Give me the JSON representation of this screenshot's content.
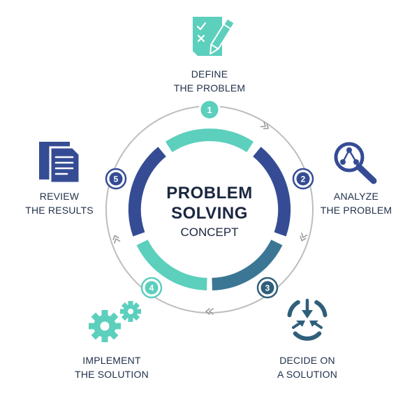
{
  "center": {
    "line1": "PROBLEM",
    "line2": "SOLVING",
    "line3": "CONCEPT"
  },
  "steps": [
    {
      "number": "1",
      "line1": "DEFINE",
      "line2": "THE PROBLEM",
      "icon": "checklist-pen-icon"
    },
    {
      "number": "2",
      "line1": "ANALYZE",
      "line2": "THE PROBLEM",
      "icon": "magnifier-network-icon"
    },
    {
      "number": "3",
      "line1": "DECIDE ON",
      "line2": "A SOLUTION",
      "icon": "converging-arrows-icon"
    },
    {
      "number": "4",
      "line1": "IMPLEMENT",
      "line2": "THE SOLUTION",
      "icon": "gears-icon"
    },
    {
      "number": "5",
      "line1": "REVIEW",
      "line2": "THE RESULTS",
      "icon": "documents-icon"
    }
  ],
  "colors": {
    "teal": "#5ccfbd",
    "navy": "#354c95",
    "steel": "#3b7794",
    "text": "#1f2f48",
    "ring": "#bdbdbd"
  }
}
